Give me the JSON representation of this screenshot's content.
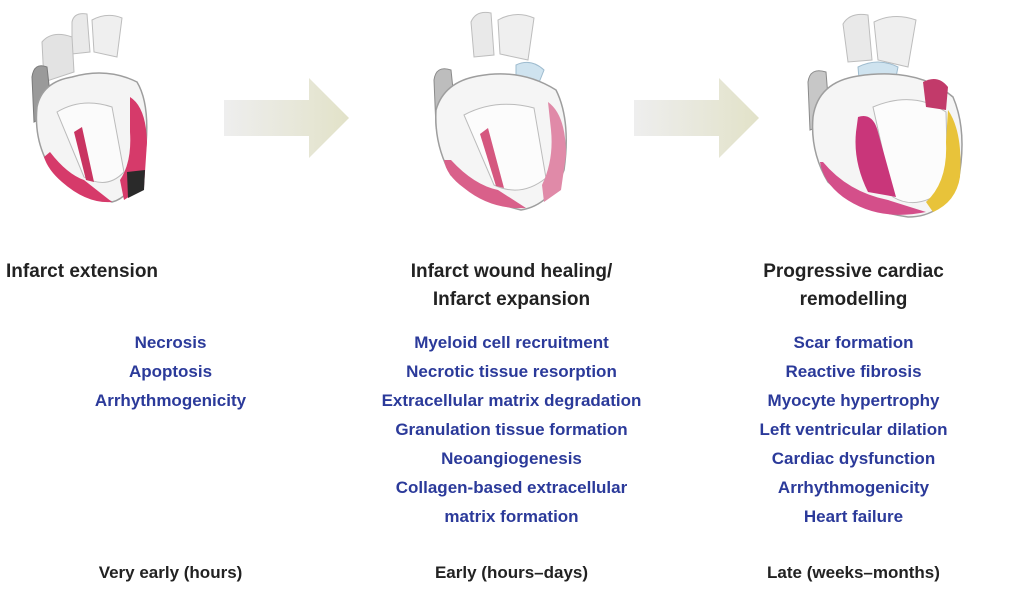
{
  "stages": [
    {
      "title_line1": "Infarct extension",
      "title_line2": "",
      "items": [
        "Necrosis",
        "Apoptosis",
        "Arrhythmogenicity"
      ],
      "time": "Very early (hours)"
    },
    {
      "title_line1": "Infarct wound healing/",
      "title_line2": "Infarct expansion",
      "items": [
        "Myeloid cell recruitment",
        "Necrotic tissue resorption",
        "Extracellular matrix degradation",
        "Granulation tissue formation",
        "Neoangiogenesis",
        "Collagen-based extracellular",
        "matrix formation"
      ],
      "time": "Early (hours–days)"
    },
    {
      "title_line1": "Progressive cardiac",
      "title_line2": "remodelling",
      "items": [
        "Scar formation",
        "Reactive fibrosis",
        "Myocyte hypertrophy",
        "Left ventricular dilation",
        "Cardiac dysfunction",
        "Arrhythmogenicity",
        "Heart failure"
      ],
      "time": "Late (weeks–months)"
    }
  ],
  "colors": {
    "title": "#222222",
    "item": "#2b3a9a",
    "infarct": "#d63a6a",
    "scar": "#e8c33a",
    "arrow": "#e6e6d2"
  },
  "icons": [
    "heart-illustration-icon",
    "right-arrow-icon"
  ]
}
